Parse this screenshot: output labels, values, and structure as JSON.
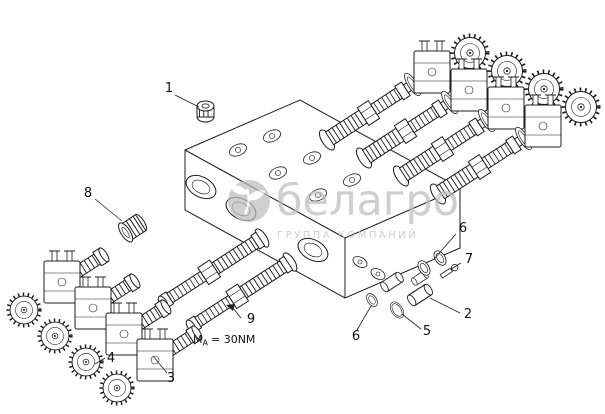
{
  "callouts": {
    "c1": "1",
    "c2": "2",
    "c3": "3",
    "c4": "4",
    "c5": "5",
    "c6_right": "6",
    "c6_bottom": "6",
    "c7": "7",
    "c8": "8",
    "c9": "9"
  },
  "labels": {
    "torque_prefix": "M",
    "torque_subscript": "A",
    "torque_value": "= 30NM"
  },
  "watermark": {
    "brand": "белагро",
    "subtitle": "ГРУППА КОМПАНИЙ"
  },
  "colors": {
    "line": "#1c1c1c",
    "watermark": "#bdbdbd",
    "background": "#ffffff"
  }
}
